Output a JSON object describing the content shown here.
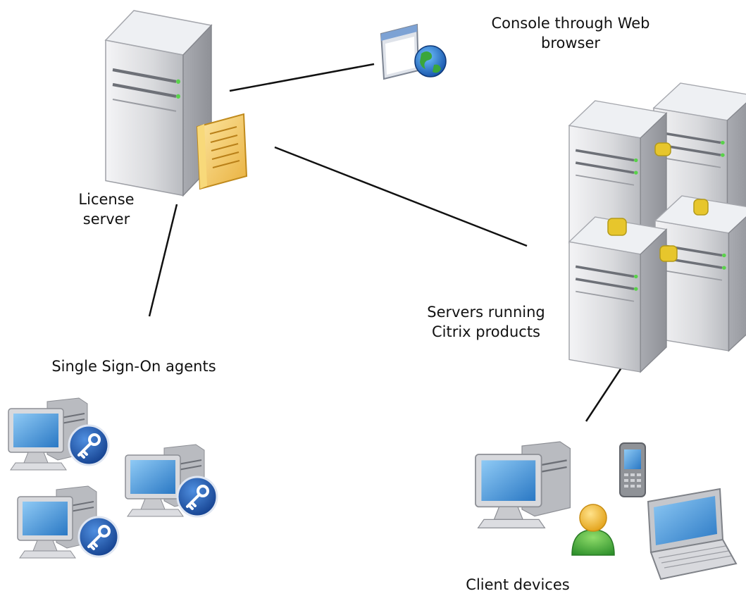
{
  "nodes": {
    "license_server": {
      "label_lines": [
        "License",
        "server"
      ],
      "icon": "license-server-icon"
    },
    "console": {
      "label_lines": [
        "Console through Web",
        "browser"
      ],
      "icon": "web-browser-globe-icon"
    },
    "citrix_servers": {
      "label_lines": [
        "Servers running",
        "Citrix products"
      ],
      "icon": "server-cluster-icon"
    },
    "sso_agents": {
      "label_lines": [
        "Single Sign-On agents"
      ],
      "icon": "computer-with-key-icon"
    },
    "client_devices": {
      "label_lines": [
        "Client devices"
      ],
      "icons": [
        "desktop-computer-icon",
        "user-icon",
        "mobile-phone-icon",
        "laptop-icon"
      ]
    }
  },
  "edges": [
    {
      "from": "license_server",
      "to": "console"
    },
    {
      "from": "license_server",
      "to": "citrix_servers"
    },
    {
      "from": "license_server",
      "to": "sso_agents"
    },
    {
      "from": "citrix_servers",
      "to": "client_devices"
    }
  ],
  "colors": {
    "line": "#111111",
    "server_body": "#dcdde1",
    "document": "#f3c85a",
    "screen": "#3d8fd6",
    "key_badge": "#1d4fa8",
    "user_head": "#f2b933",
    "user_body": "#3fae3c",
    "connector": "#e7c62c"
  }
}
